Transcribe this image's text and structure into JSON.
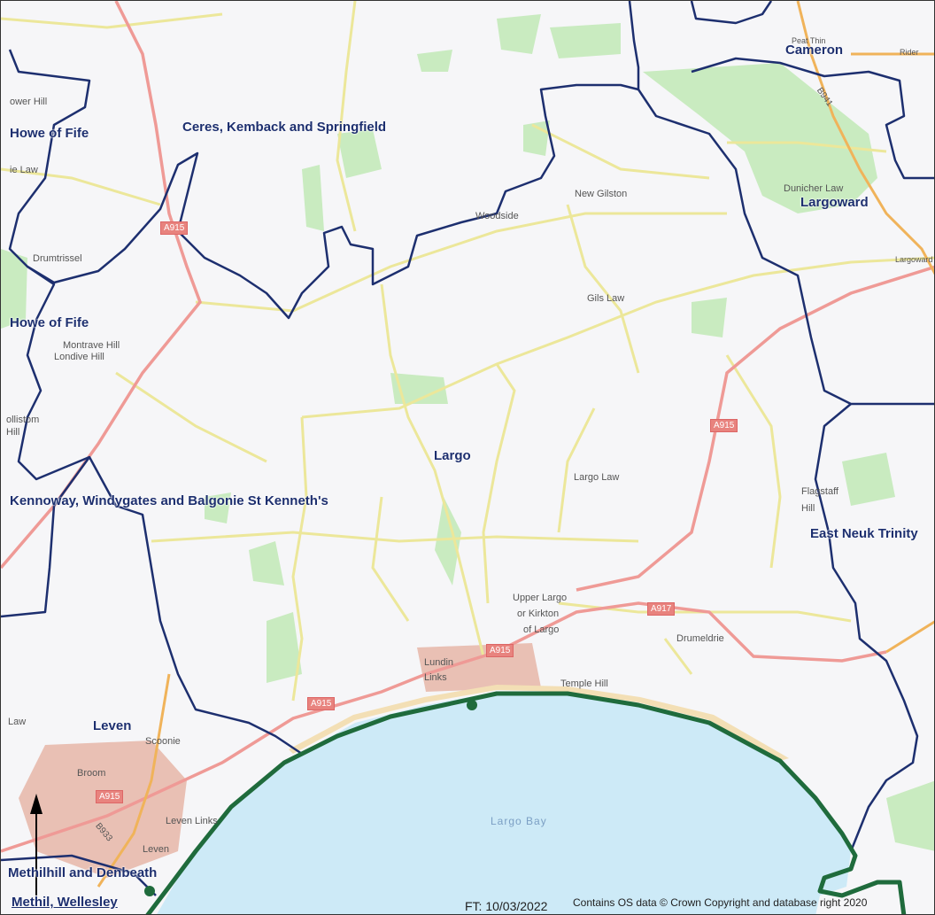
{
  "wards": {
    "howe_of_fife_top": "Howe of Fife",
    "ceres": "Ceres, Kemback and Springfield",
    "cameron": "Cameron",
    "largoward": "Largoward",
    "howe_of_fife_mid": "Howe of Fife",
    "largo": "Largo",
    "kennoway": "Kennoway, Windygates and Balgonie St Kenneth's",
    "east_neuk": "East Neuk Trinity",
    "leven": "Leven",
    "methilhill": "Methilhill and Denbeath",
    "methil": "Methil, Wellesley"
  },
  "places": {
    "tower_hill": "ower Hill",
    "ie_law": "ie Law",
    "drumtrissel": "Drumtrissel",
    "montrave": "Montrave Hill",
    "londive": "Londive Hill",
    "collistom": "ollistom",
    "hill": "Hill",
    "woodside": "Woodside",
    "new_gilston": "New Gilston",
    "gilston_law": "Gils Law",
    "dunicher": "Dunicher Law",
    "pearthin": "Peat Thin",
    "rider": "Rider",
    "largoward_small": "Largoward",
    "largo_law": "Largo Law",
    "flagstaff": "Flagstaff",
    "flagstaff_hill": "Hill",
    "upper_largo_1": "Upper Largo",
    "upper_largo_2": "or Kirkton",
    "upper_largo_3": "of Largo",
    "drumeldrie": "Drumeldrie",
    "lundin_1": "Lundin",
    "lundin_2": "Links",
    "temple_hill": "Temple Hill",
    "scoonie": "Scoonie",
    "broom": "Broom",
    "leven_links": "Leven Links",
    "leven_small": "Leven",
    "law": "Law"
  },
  "roads": {
    "a915_1": "A915",
    "a915_2": "A915",
    "a915_3": "A915",
    "a915_4": "A915",
    "a915_5": "A915",
    "a917": "A917",
    "b941": "B941",
    "b933": "B933"
  },
  "water": {
    "largo_bay": "Largo Bay"
  },
  "footer": {
    "date": "FT: 10/03/2022",
    "copyright": "Contains OS data © Crown Copyright and database right 2020"
  },
  "colors": {
    "ward_boundary": "#1d2f6f",
    "coastline": "#1f6b3c",
    "sea": "#cdeaf7",
    "a_road": "#ef9a96",
    "minor_road": "#ece79a",
    "woodland": "#c9ebc0",
    "urban": "#e9c0b4"
  }
}
